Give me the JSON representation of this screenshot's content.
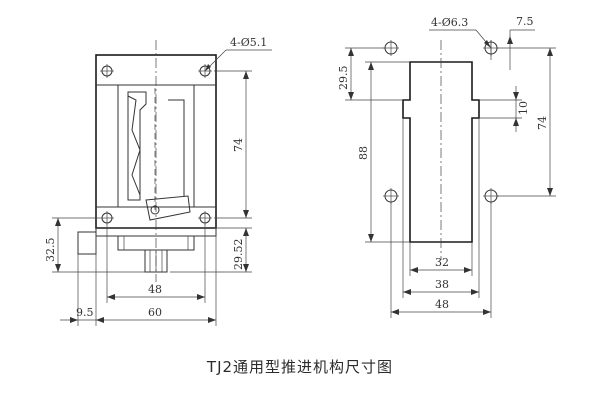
{
  "caption": "TJ2通用型推进机构尺寸图",
  "left_view": {
    "holes_note": "4-Ø5.1",
    "dims": {
      "height_74": "74",
      "bottom_29_52": "29.52",
      "left_32_5": "32.5",
      "width_48": "48",
      "width_60": "60",
      "offset_9_5": "9.5"
    }
  },
  "right_view": {
    "holes_note": "4-Ø6.3",
    "dims": {
      "offset_7_5": "7.5",
      "top_29_5": "29.5",
      "height_88": "88",
      "height_74": "74",
      "notch_10": "10",
      "width_32": "32",
      "width_38": "38",
      "width_48": "48"
    }
  }
}
